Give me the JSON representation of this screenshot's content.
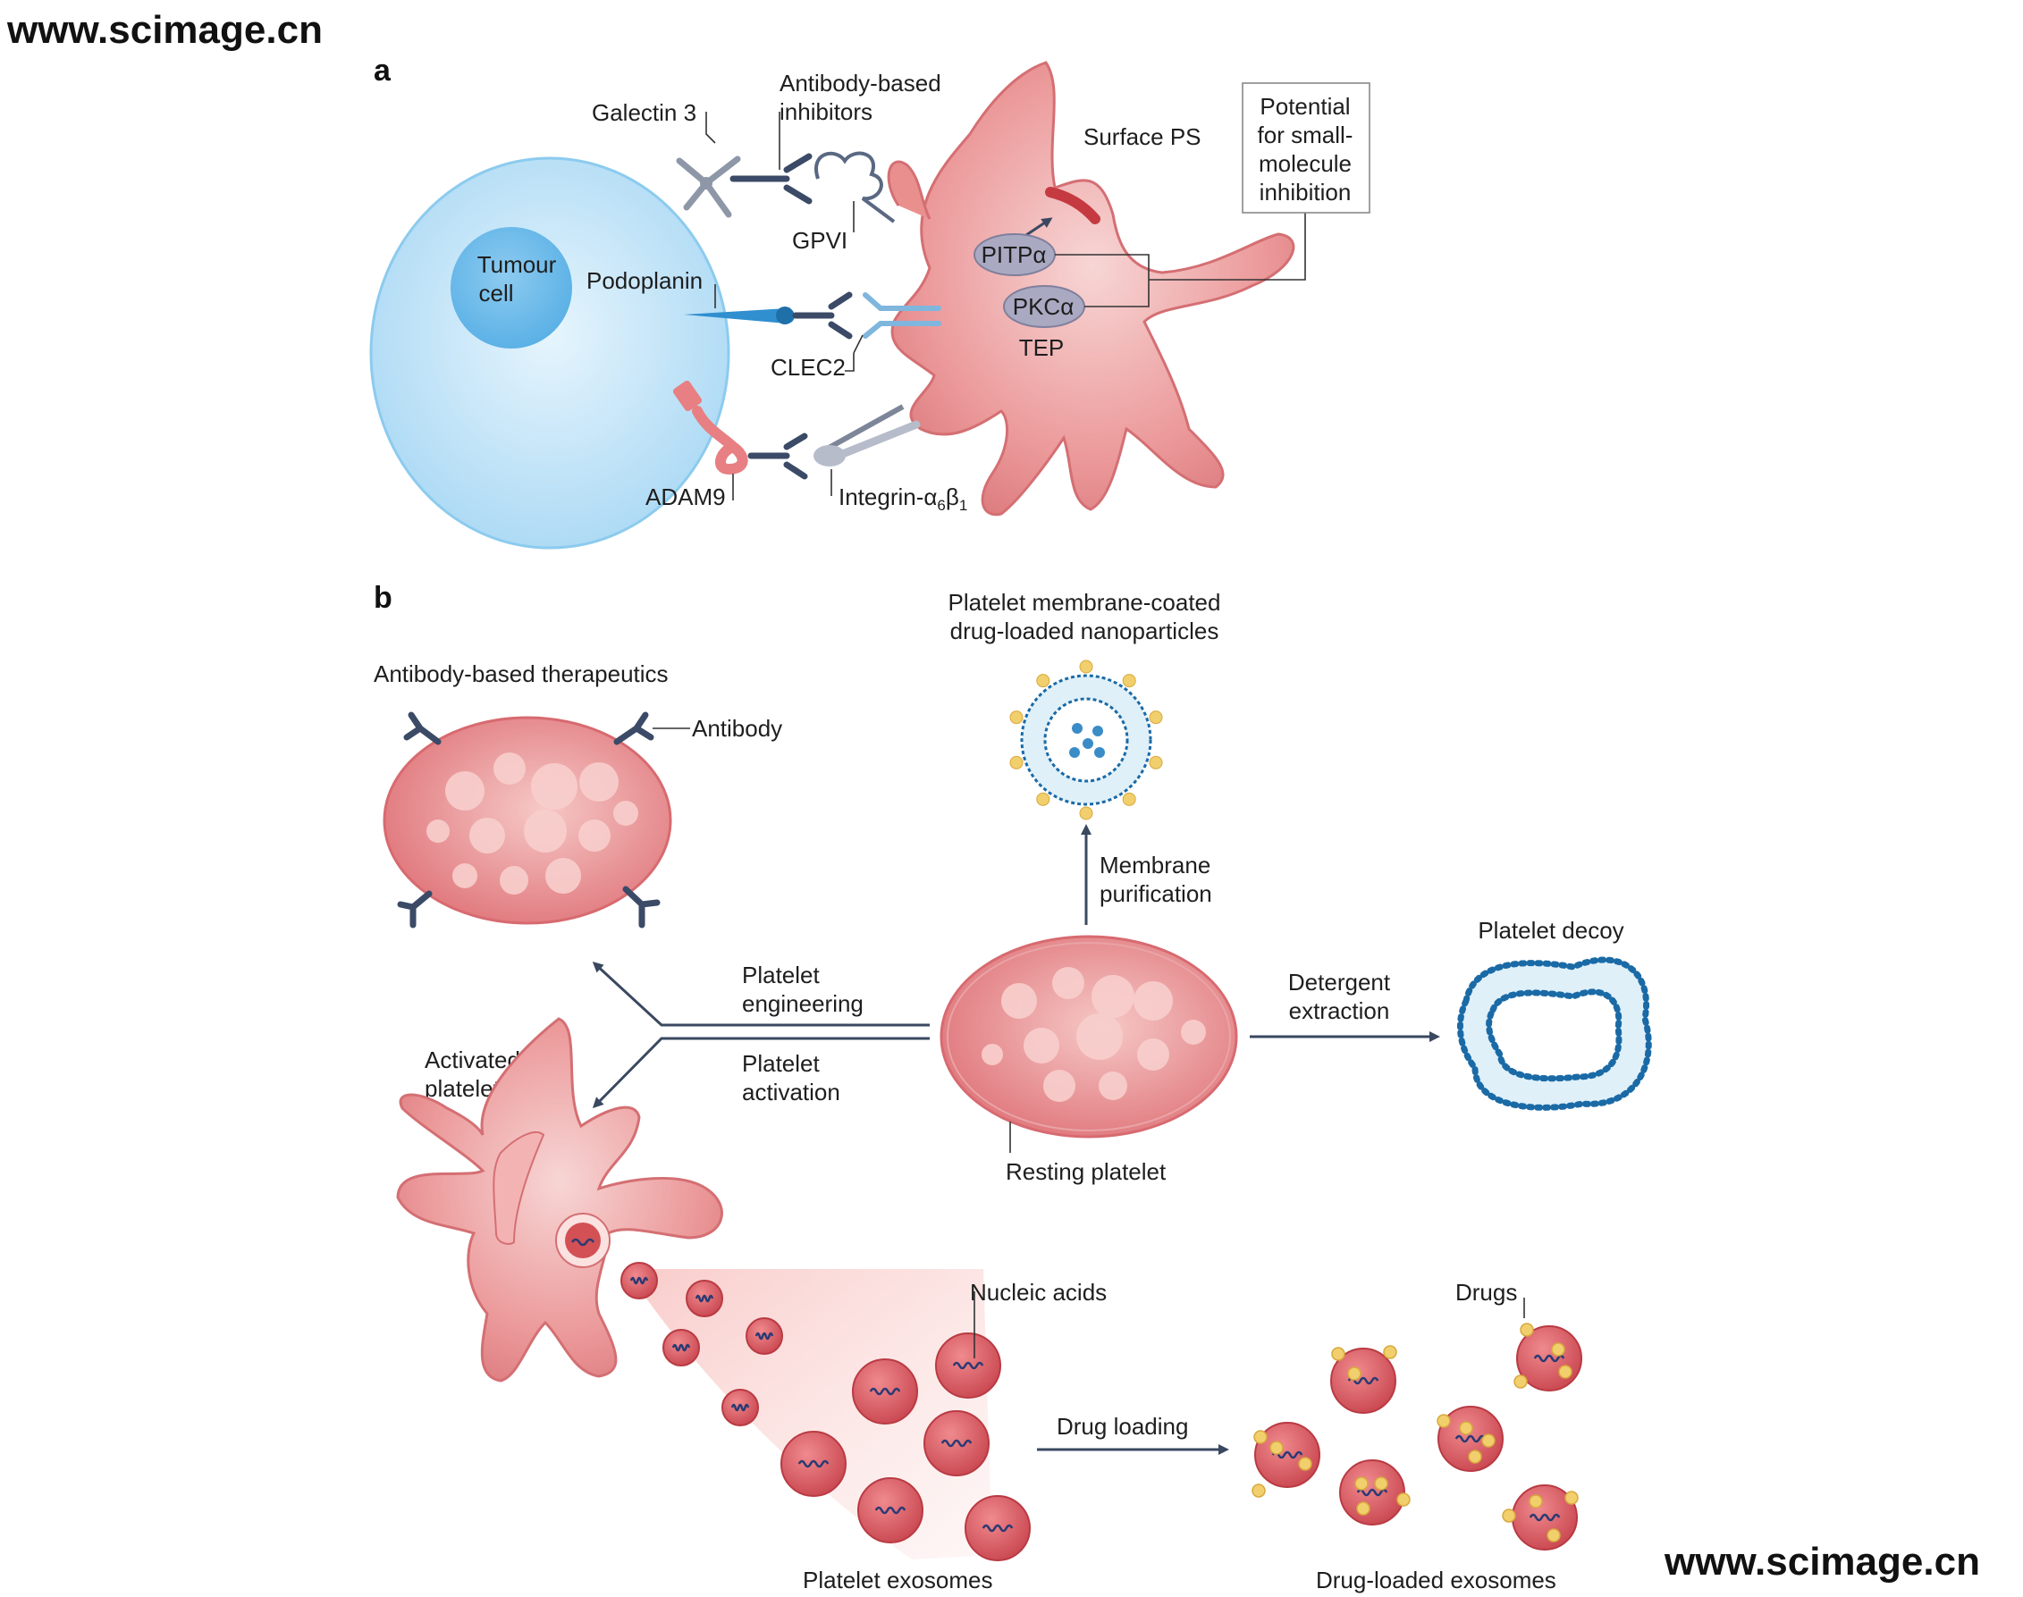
{
  "watermark": "www.scimage.cn",
  "panel_a": {
    "label": "a",
    "tumour_cell": "Tumour cell",
    "galectin": "Galectin 3",
    "antibody_inhibitors": "Antibody-based inhibitors",
    "gpvi": "GPVI",
    "podoplanin": "Podoplanin",
    "clec2": "CLEC2",
    "adam9": "ADAM9",
    "integrin": "Integrin-α6β1",
    "surface_ps": "Surface PS",
    "pitp": "PITPα",
    "pkc": "PKCα",
    "tep": "TEP",
    "small_molecule": "Potential for small-molecule inhibition"
  },
  "panel_b": {
    "label": "b",
    "antibody_therapeutics": "Antibody-based therapeutics",
    "antibody": "Antibody",
    "nanoparticles": "Platelet membrane-coated drug-loaded nanoparticles",
    "membrane_purification": "Membrane purification",
    "platelet_engineering": "Platelet engineering",
    "platelet_activation": "Platelet activation",
    "activated_platelet": "Activated platelet",
    "resting_platelet": "Resting platelet",
    "detergent_extraction": "Detergent extraction",
    "platelet_decoy": "Platelet decoy",
    "nucleic_acids": "Nucleic acids",
    "drugs": "Drugs",
    "drug_loading": "Drug loading",
    "platelet_exosomes": "Platelet exosomes",
    "drug_loaded_exosomes": "Drug-loaded exosomes"
  },
  "colors": {
    "tumour": "#bfe3f7",
    "platelet": "#e58a8c",
    "antibody": "#3b4a66",
    "lipid_head": "#1a6aa6",
    "drug": "#f2cf6d",
    "arrow": "#3a4860"
  }
}
